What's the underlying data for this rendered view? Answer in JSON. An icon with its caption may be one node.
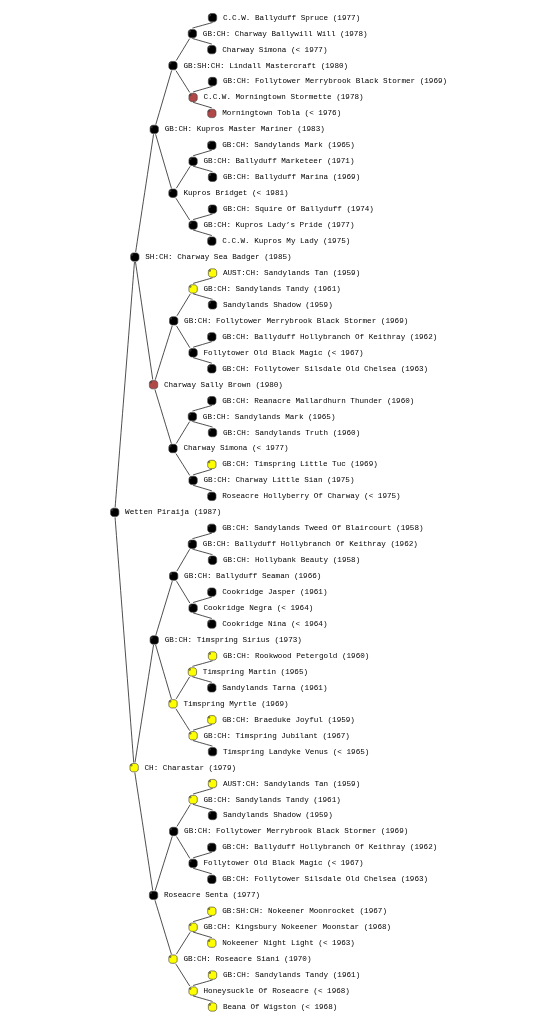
{
  "diagram": {
    "nodes": [
      {
        "text": [],
        "shape": "circle",
        "beside": [
          "C.C.W. Ballyduff Spruce (1977)"
        ]
      },
      {
        "text": [],
        "shape": "circle",
        "beside": [
          "GB:CH: Charway Ballywill Will (1978)"
        ]
      },
      {
        "text": [],
        "shape": "circle",
        "beside": [
          "Charway Simona (< 1977)"
        ]
      },
      {
        "text": [],
        "shape": "circle",
        "beside": [
          "GB:SH:CH: Lindall Mastercraft (1980)"
        ]
      },
      {
        "text": [],
        "shape": "circle",
        "beside": [
          "GB:CH: Follytower Merrybrook Black Stormer (1969)"
        ]
      },
      {
        "text": [],
        "shape": "circle",
        "beside": [
          "C.C.W. Morningtown Stormette (1978)"
        ]
      },
      {
        "text": [],
        "shape": "circle",
        "beside": [
          "Morningtown Tobla (< 1976)"
        ]
      },
      {
        "text": [],
        "shape": "circle",
        "beside": [
          "GB:CH: Kupros Master Mariner (1983)"
        ]
      },
      {
        "text": [],
        "shape": "circle",
        "beside": [
          "GB:CH: Sandylands Mark (1965)"
        ]
      },
      {
        "text": [],
        "shape": "circle",
        "beside": [
          "GB:CH: Ballyduff Marketeer (1971)"
        ]
      },
      {
        "text": [],
        "shape": "circle",
        "beside": [
          "GB:CH: Ballyduff Marina (1969)"
        ]
      },
      {
        "text": [],
        "shape": "circle",
        "beside": [
          "Kupros Bridget (< 1981)"
        ]
      },
      {
        "text": [],
        "shape": "circle",
        "beside": [
          "GB:CH: Squire Of Ballyduff (1974)"
        ]
      },
      {
        "text": [],
        "shape": "circle",
        "beside": [
          "GB:CH: Kupros Lady’s Pride (1977)"
        ]
      },
      {
        "text": [],
        "shape": "circle",
        "beside": [
          "C.C.W. Kupros My Lady (1975)"
        ]
      },
      {
        "text": [],
        "shape": "circle",
        "beside": [
          "SH:CH: Charway Sea Badger (1985)"
        ]
      },
      {
        "text": [],
        "shape": "circle",
        "beside": [
          "AUST:CH: Sandylands Tan (1959)"
        ]
      },
      {
        "text": [],
        "shape": "circle",
        "beside": [
          "GB:CH: Sandylands Tandy (1961)"
        ]
      },
      {
        "text": [],
        "shape": "circle",
        "beside": [
          "Sandylands Shadow (1959)"
        ]
      },
      {
        "text": [],
        "shape": "circle",
        "beside": [
          "GB:CH: Follytower Merrybrook Black Stormer (1969)"
        ]
      },
      {
        "text": [],
        "shape": "circle",
        "beside": [
          "GB:CH: Ballyduff Hollybranch Of Keithray (1962)"
        ]
      },
      {
        "text": [],
        "shape": "circle",
        "beside": [
          "Follytower Old Black Magic (< 1967)"
        ]
      },
      {
        "text": [],
        "shape": "circle",
        "beside": [
          "GB:CH: Follytower Silsdale Old Chelsea (1963)"
        ]
      },
      {
        "text": [],
        "shape": "circle",
        "beside": [
          "Charway Sally Brown (1980)"
        ]
      },
      {
        "text": [],
        "shape": "circle",
        "beside": [
          "GB:CH: Reanacre Mallardhurn Thunder (1960)"
        ]
      },
      {
        "text": [],
        "shape": "circle",
        "beside": [
          "GB:CH: Sandylands Mark (1965)"
        ]
      },
      {
        "text": [],
        "shape": "circle",
        "beside": [
          "GB:CH: Sandylands Truth (1960)"
        ]
      },
      {
        "text": [],
        "shape": "circle",
        "beside": [
          "Charway Simona (< 1977)"
        ]
      },
      {
        "text": [],
        "shape": "circle",
        "beside": [
          "GB:CH: Timspring Little Tuc (1969)"
        ]
      },
      {
        "text": [],
        "shape": "circle",
        "beside": [
          "GB:CH: Charway Little Sian (1975)"
        ]
      },
      {
        "text": [],
        "shape": "circle",
        "beside": [
          "Roseacre Hollyberry Of Charway (< 1975)"
        ]
      },
      {
        "text": [],
        "shape": "circle",
        "beside": [
          "Wetten Piraija (1987)"
        ]
      },
      {
        "text": [],
        "shape": "circle",
        "beside": [
          "GB:CH: Sandylands Tweed Of Blaircourt (1958)"
        ]
      },
      {
        "text": [],
        "shape": "circle",
        "beside": [
          "GB:CH: Ballyduff Hollybranch Of Keithray (1962)"
        ]
      },
      {
        "text": [],
        "shape": "circle",
        "beside": [
          "GB:CH: Hollybank Beauty (1958)"
        ]
      },
      {
        "text": [],
        "shape": "circle",
        "beside": [
          "GB:CH: Ballyduff Seaman (1966)"
        ]
      },
      {
        "text": [],
        "shape": "circle",
        "beside": [
          "Cookridge Jasper (1961)"
        ]
      },
      {
        "text": [],
        "shape": "circle",
        "beside": [
          "Cookridge Negra (< 1964)"
        ]
      },
      {
        "text": [],
        "shape": "circle",
        "beside": [
          "Cookridge Nina (< 1964)"
        ]
      },
      {
        "text": [],
        "shape": "circle",
        "beside": [
          "GB:CH: Timspring Sirius (1973)"
        ]
      },
      {
        "text": [],
        "shape": "circle",
        "beside": [
          "GB:CH: Rookwood Petergold (1960)"
        ]
      },
      {
        "text": [],
        "shape": "circle",
        "beside": [
          "Timspring Martin (1965)"
        ]
      },
      {
        "text": [],
        "shape": "circle",
        "beside": [
          "Sandylands Tarna (1961)"
        ]
      },
      {
        "text": [],
        "shape": "circle",
        "beside": [
          "Timspring Myrtle (1969)"
        ]
      },
      {
        "text": [],
        "shape": "circle",
        "beside": [
          "GB:CH: Braeduke Joyful (1959)"
        ]
      },
      {
        "text": [],
        "shape": "circle",
        "beside": [
          "GB:CH: Timspring Jubilant (1967)"
        ]
      },
      {
        "text": [],
        "shape": "circle",
        "beside": [
          "Timspring Landyke Venus (< 1965)"
        ]
      },
      {
        "text": [],
        "shape": "circle",
        "beside": [
          "CH: Charastar (1979)"
        ]
      },
      {
        "text": [],
        "shape": "circle",
        "beside": [
          "AUST:CH: Sandylands Tan (1959)"
        ]
      },
      {
        "text": [],
        "shape": "circle",
        "beside": [
          "GB:CH: Sandylands Tandy (1961)"
        ]
      },
      {
        "text": [],
        "shape": "circle",
        "beside": [
          "Sandylands Shadow (1959)"
        ]
      },
      {
        "text": [],
        "shape": "circle",
        "beside": [
          "GB:CH: Follytower Merrybrook Black Stormer (1969)"
        ]
      },
      {
        "text": [],
        "shape": "circle",
        "beside": [
          "GB:CH: Ballyduff Hollybranch Of Keithray (1962)"
        ]
      },
      {
        "text": [],
        "shape": "circle",
        "beside": [
          "Follytower Old Black Magic (< 1967)"
        ]
      },
      {
        "text": [],
        "shape": "circle",
        "beside": [
          "GB:CH: Follytower Silsdale Old Chelsea (1963)"
        ]
      },
      {
        "text": [],
        "shape": "circle",
        "beside": [
          "Roseacre Senta (1977)"
        ]
      },
      {
        "text": [],
        "shape": "circle",
        "beside": [
          "GB:SH:CH: Nokeener Moonrocket (1967)"
        ]
      },
      {
        "text": [],
        "shape": "circle",
        "beside": [
          "GB:CH: Kingsbury Nokeener Moonstar (1968)"
        ]
      },
      {
        "text": [],
        "shape": "circle",
        "beside": [
          "Nokeener Night Light (< 1963)"
        ]
      },
      {
        "text": [],
        "shape": "circle",
        "beside": [
          "GB:CH: Roseacre Siani (1970)"
        ]
      },
      {
        "text": [],
        "shape": "circle",
        "beside": [
          "GB:CH: Sandylands Tandy (1961)"
        ]
      },
      {
        "text": [],
        "shape": "circle",
        "beside": [
          "Honeysuckle Of Roseacre (< 1968)"
        ]
      },
      {
        "text": [],
        "shape": "circle",
        "beside": [
          "Beana Of Wigston (< 1968)"
        ]
      }
    ],
    "edges": [
      {
        "from": 31,
        "to": 15,
        "arrow": "none"
      },
      {
        "from": 31,
        "to": 47,
        "arrow": "none"
      },
      {
        "from": 15,
        "to": 7,
        "arrow": "none"
      },
      {
        "from": 15,
        "to": 23,
        "arrow": "none"
      },
      {
        "from": 47,
        "to": 39,
        "arrow": "none"
      },
      {
        "from": 47,
        "to": 55,
        "arrow": "none"
      },
      {
        "from": 7,
        "to": 3,
        "arrow": "none"
      },
      {
        "from": 7,
        "to": 11,
        "arrow": "none"
      },
      {
        "from": 23,
        "to": 19,
        "arrow": "none"
      },
      {
        "from": 23,
        "to": 27,
        "arrow": "none"
      },
      {
        "from": 39,
        "to": 35,
        "arrow": "none"
      },
      {
        "from": 39,
        "to": 43,
        "arrow": "none"
      },
      {
        "from": 55,
        "to": 51,
        "arrow": "none"
      },
      {
        "from": 55,
        "to": 59,
        "arrow": "none"
      },
      {
        "from": 3,
        "to": 1,
        "arrow": "none"
      },
      {
        "from": 3,
        "to": 5,
        "arrow": "none"
      },
      {
        "from": 11,
        "to": 9,
        "arrow": "none"
      },
      {
        "from": 11,
        "to": 13,
        "arrow": "none"
      },
      {
        "from": 19,
        "to": 17,
        "arrow": "none"
      },
      {
        "from": 19,
        "to": 21,
        "arrow": "none"
      },
      {
        "from": 27,
        "to": 25,
        "arrow": "none"
      },
      {
        "from": 27,
        "to": 29,
        "arrow": "none"
      },
      {
        "from": 35,
        "to": 33,
        "arrow": "none"
      },
      {
        "from": 35,
        "to": 37,
        "arrow": "none"
      },
      {
        "from": 43,
        "to": 41,
        "arrow": "none"
      },
      {
        "from": 43,
        "to": 45,
        "arrow": "none"
      },
      {
        "from": 51,
        "to": 49,
        "arrow": "none"
      },
      {
        "from": 51,
        "to": 53,
        "arrow": "none"
      },
      {
        "from": 59,
        "to": 57,
        "arrow": "none"
      },
      {
        "from": 59,
        "to": 61,
        "arrow": "none"
      },
      {
        "from": 1,
        "to": 0,
        "arrow": "none"
      },
      {
        "from": 1,
        "to": 2,
        "arrow": "none"
      },
      {
        "from": 5,
        "to": 4,
        "arrow": "none"
      },
      {
        "from": 5,
        "to": 6,
        "arrow": "none"
      },
      {
        "from": 9,
        "to": 8,
        "arrow": "none"
      },
      {
        "from": 9,
        "to": 10,
        "arrow": "none"
      },
      {
        "from": 13,
        "to": 12,
        "arrow": "none"
      },
      {
        "from": 13,
        "to": 14,
        "arrow": "none"
      },
      {
        "from": 17,
        "to": 16,
        "arrow": "none"
      },
      {
        "from": 17,
        "to": 18,
        "arrow": "none"
      },
      {
        "from": 21,
        "to": 20,
        "arrow": "none"
      },
      {
        "from": 21,
        "to": 22,
        "arrow": "none"
      },
      {
        "from": 25,
        "to": 24,
        "arrow": "none"
      },
      {
        "from": 25,
        "to": 26,
        "arrow": "none"
      },
      {
        "from": 29,
        "to": 28,
        "arrow": "none"
      },
      {
        "from": 29,
        "to": 30,
        "arrow": "none"
      },
      {
        "from": 33,
        "to": 32,
        "arrow": "none"
      },
      {
        "from": 33,
        "to": 34,
        "arrow": "none"
      },
      {
        "from": 37,
        "to": 36,
        "arrow": "none"
      },
      {
        "from": 37,
        "to": 38,
        "arrow": "none"
      },
      {
        "from": 41,
        "to": 40,
        "arrow": "none"
      },
      {
        "from": 41,
        "to": 42,
        "arrow": "none"
      },
      {
        "from": 45,
        "to": 44,
        "arrow": "none"
      },
      {
        "from": 45,
        "to": 46,
        "arrow": "none"
      },
      {
        "from": 49,
        "to": 48,
        "arrow": "none"
      },
      {
        "from": 49,
        "to": 50,
        "arrow": "none"
      },
      {
        "from": 53,
        "to": 52,
        "arrow": "none"
      },
      {
        "from": 53,
        "to": 54,
        "arrow": "none"
      },
      {
        "from": 57,
        "to": 56,
        "arrow": "none"
      },
      {
        "from": 57,
        "to": 58,
        "arrow": "none"
      },
      {
        "from": 61,
        "to": 60,
        "arrow": "none"
      },
      {
        "from": 61,
        "to": 62,
        "arrow": "none"
      }
    ]
  }
}
